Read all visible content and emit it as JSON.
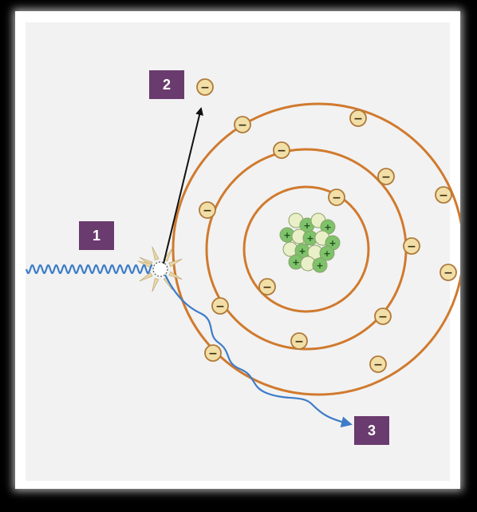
{
  "colors": {
    "background": "#000000",
    "panel": "#ffffff",
    "diagram_bg": "#f2f2f2",
    "orbit": "#d07a2e",
    "electron_fill": "#f1dfa7",
    "electron_stroke": "#b07a3a",
    "proton": "#7ec26b",
    "neutron": "#e9efc7",
    "photon": "#3d7cc9",
    "ejected_arrow": "#111111",
    "label_box": "#6a3b6e",
    "label_text": "#ffffff"
  },
  "labels": {
    "incoming": "1",
    "ejected": "2",
    "scattered": "3"
  },
  "symbols": {
    "electron": "−",
    "proton": "+"
  },
  "icons": {
    "electron": "electron-icon",
    "nucleus": "nucleus-icon",
    "interaction": "interaction-burst-icon"
  }
}
